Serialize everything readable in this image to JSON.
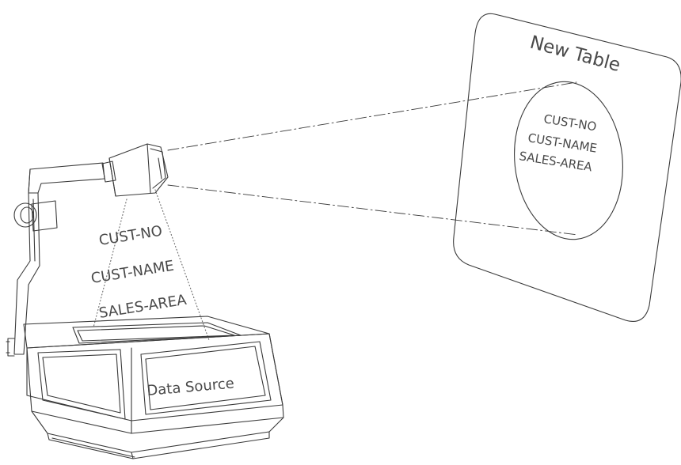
{
  "screen": {
    "title": "New Table",
    "fields": [
      "CUST-NO",
      "CUST-NAME",
      "SALES-AREA"
    ]
  },
  "projector": {
    "fields": [
      "CUST-NO",
      "CUST-NAME",
      "SALES-AREA"
    ],
    "label": "Data Source"
  }
}
